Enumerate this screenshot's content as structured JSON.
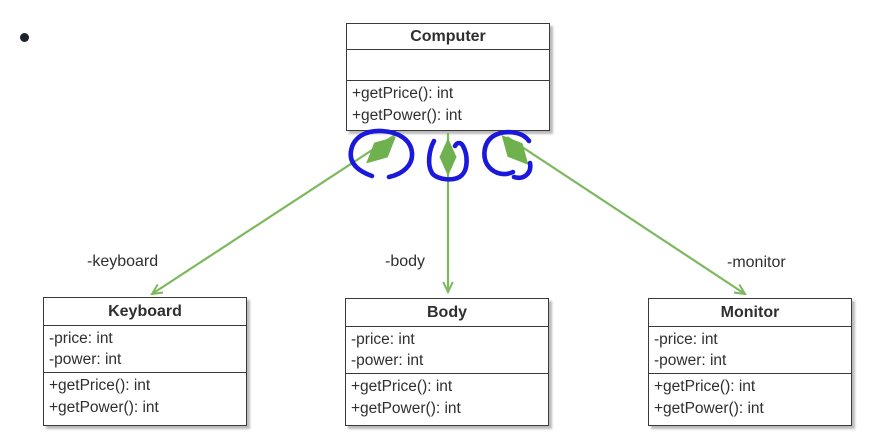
{
  "diagram": {
    "type": "uml-class-diagram",
    "classes": [
      {
        "id": "computer",
        "title": "Computer",
        "attributes": [],
        "methods": [
          "+getPrice(): int",
          "+getPower(): int"
        ]
      },
      {
        "id": "keyboard",
        "title": "Keyboard",
        "attributes": [
          "-price: int",
          "-power: int"
        ],
        "methods": [
          "+getPrice(): int",
          "+getPower(): int"
        ]
      },
      {
        "id": "body",
        "title": "Body",
        "attributes": [
          "-price: int",
          "-power: int"
        ],
        "methods": [
          "+getPrice(): int",
          "+getPower(): int"
        ]
      },
      {
        "id": "monitor",
        "title": "Monitor",
        "attributes": [
          "-price: int",
          "-power: int"
        ],
        "methods": [
          "+getPrice(): int",
          "+getPower(): int"
        ]
      }
    ],
    "relationships": [
      {
        "from": "Computer",
        "to": "Keyboard",
        "type": "composition",
        "label": "-keyboard"
      },
      {
        "from": "Computer",
        "to": "Body",
        "type": "composition",
        "label": "-body"
      },
      {
        "from": "Computer",
        "to": "Monitor",
        "type": "composition",
        "label": "-monitor"
      }
    ],
    "annotations": [
      {
        "shape": "hand-drawn-circle",
        "target": "keyboard-composition-diamond"
      },
      {
        "shape": "hand-drawn-circle-open-top",
        "target": "body-composition-diamond"
      },
      {
        "shape": "hand-drawn-circle-with-hook",
        "target": "monitor-composition-diamond"
      }
    ],
    "colors": {
      "connector_green": "#7cb95d",
      "diamond_green": "#6fb14e",
      "pen_blue": "#1b18dd",
      "box_border": "#3a3a3a",
      "text": "#2f2f2f",
      "bullet": "#1d2129"
    }
  }
}
